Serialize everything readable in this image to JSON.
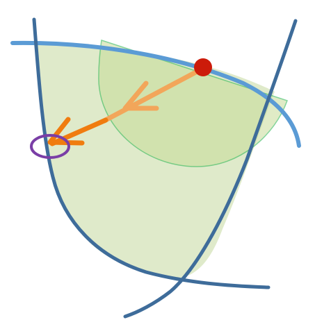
{
  "colors": {
    "feasible_region_fill": "#c9dca6",
    "curve_blue": "#3e6c9a",
    "curve_light_blue": "#5b9bd5",
    "half_disk_fill": "#c7dc98",
    "half_disk_stroke": "#1fb24a",
    "start_point": "#cc1b0a",
    "arrow_light": "#f2a65a",
    "arrow_dark": "#f07c0f",
    "target_ring": "#7a3ea6"
  },
  "elements": {
    "feasible_region": {
      "role": "shaded-region"
    },
    "upper_boundary_curve": {
      "role": "curve"
    },
    "left_boundary_curve": {
      "role": "curve"
    },
    "right_boundary_curve": {
      "role": "curve"
    },
    "bottom_boundary_curve": {
      "role": "curve"
    },
    "trust_region_half_disk": {
      "role": "half-disk"
    },
    "start_point": {
      "role": "point"
    },
    "step_arrow_inner": {
      "role": "arrow"
    },
    "step_arrow_outer": {
      "role": "arrow"
    },
    "target_ring": {
      "role": "ring"
    }
  }
}
